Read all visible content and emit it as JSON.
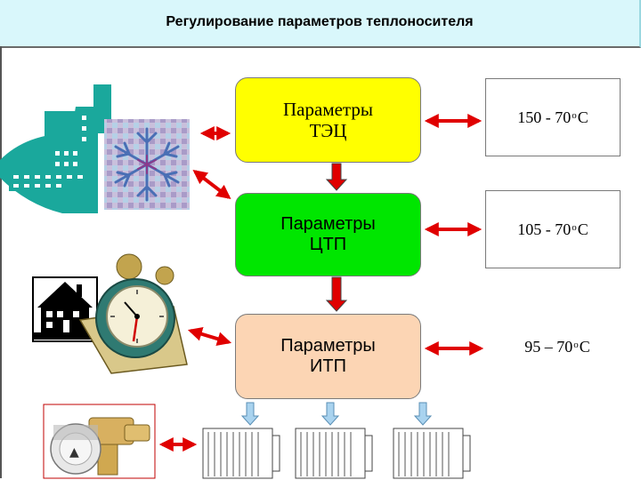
{
  "header": {
    "title": "Регулирование параметров теплоносителя"
  },
  "boxes": {
    "tec": {
      "line1": "Параметры",
      "line2": "ТЭЦ",
      "color": "#ffff00"
    },
    "ctp": {
      "line1": "Параметры",
      "line2": "ЦТП",
      "color": "#00e600"
    },
    "itp": {
      "line1": "Параметры",
      "line2": "ИТП",
      "color": "#fcd5b4"
    }
  },
  "values": {
    "tec": {
      "range": "150 - 70 ",
      "deg": "o",
      "unit": "C"
    },
    "ctp": {
      "range": "105 - 70 ",
      "deg": "o",
      "unit": "C"
    },
    "itp": {
      "range": "95 – 70 ",
      "deg": "o",
      "unit": "C"
    }
  },
  "colors": {
    "arrow_red": "#e00000",
    "arrow_blue": "#8fc6e8",
    "header_bg": "#d9f7fb",
    "building": "#1aa89c"
  },
  "icons": [
    "building-icon",
    "snowflake-icon",
    "house-icon",
    "clock-icon",
    "thermostat-valve-icon",
    "radiator-icon"
  ]
}
